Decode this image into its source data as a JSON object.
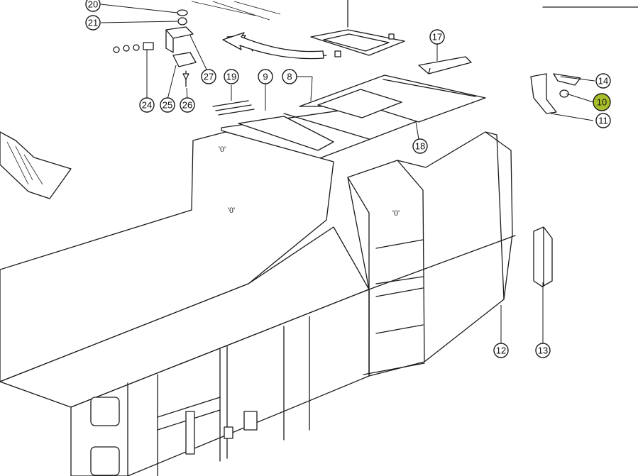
{
  "diagram": {
    "highlight_color": "#a9bf2a",
    "callouts": [
      {
        "id": "c20",
        "label": "20",
        "highlighted": false
      },
      {
        "id": "c21",
        "label": "21",
        "highlighted": false
      },
      {
        "id": "c27",
        "label": "27",
        "highlighted": false
      },
      {
        "id": "c24",
        "label": "24",
        "highlighted": false
      },
      {
        "id": "c25",
        "label": "25",
        "highlighted": false
      },
      {
        "id": "c26",
        "label": "26",
        "highlighted": false
      },
      {
        "id": "c19",
        "label": "19",
        "highlighted": false
      },
      {
        "id": "c9",
        "label": "9",
        "highlighted": false
      },
      {
        "id": "c8",
        "label": "8",
        "highlighted": false
      },
      {
        "id": "c17",
        "label": "17",
        "highlighted": false
      },
      {
        "id": "c18",
        "label": "18",
        "highlighted": false
      },
      {
        "id": "c14",
        "label": "14",
        "highlighted": false
      },
      {
        "id": "c10",
        "label": "10",
        "highlighted": true
      },
      {
        "id": "c11",
        "label": "11",
        "highlighted": false
      },
      {
        "id": "c12",
        "label": "12",
        "highlighted": false
      },
      {
        "id": "c13",
        "label": "13",
        "highlighted": false
      }
    ],
    "marks": [
      {
        "id": "m1",
        "label": "'0'"
      },
      {
        "id": "m2",
        "label": "'0'"
      },
      {
        "id": "m3",
        "label": "'0'"
      }
    ]
  }
}
